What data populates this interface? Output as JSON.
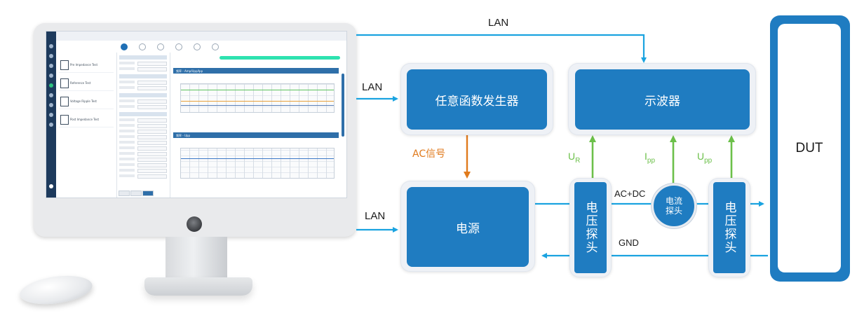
{
  "labels": {
    "lan_top": "LAN",
    "lan_mid": "LAN",
    "lan_bottom": "LAN",
    "ac_signal": "AC信号",
    "ur_main": "U",
    "ur_sub": "R",
    "ipp_main": "I",
    "ipp_sub": "pp",
    "upp_main": "U",
    "upp_sub": "pp",
    "ac_dc": "AC+DC",
    "gnd": "GND"
  },
  "blocks": {
    "awg": "任意函数发生器",
    "scope": "示波器",
    "power": "电源",
    "vprobe_left": "电压探头",
    "vprobe_right": "电压探头",
    "current_probe_line1": "电流",
    "current_probe_line2": "探头",
    "dut": "DUT"
  },
  "app_screen": {
    "tests": [
      "Pre Impedance Test",
      "Reference Test",
      "Voltage Ripple Test",
      "Post Impedance Test"
    ],
    "chart1_title": "频率 - Amp/Upp/Ipp",
    "chart2_title": "频率 - Upp"
  },
  "colors": {
    "block_blue": "#1f7cc1",
    "lan_arrow": "#1aa3e0",
    "ac_arrow": "#e07a1c",
    "measure_arrow": "#6cc04a",
    "power_line": "#1aa3e0"
  }
}
